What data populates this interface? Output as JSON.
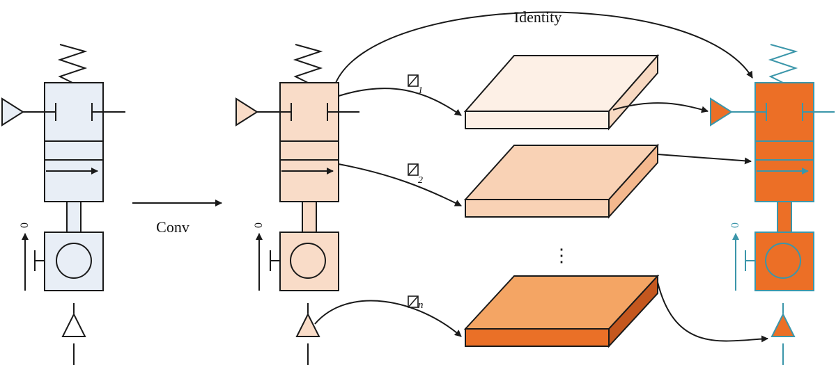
{
  "labels": {
    "identity": "Identity",
    "conv": "Conv",
    "branch_1_sub": "1",
    "branch_2_sub": "2",
    "branch_n_sub": "n",
    "ellipsis": "⋮",
    "arm_mark": "0"
  },
  "icons": {
    "branch_symbol": "crossed-box-icon"
  },
  "colors": {
    "valve_original": "#e8eef6",
    "valve_conv": "#f9dcc8",
    "valve_output": "#ec6f26",
    "output_stroke": "#3b96aa",
    "layer_1_top": "#fdf0e6",
    "layer_1_side": "#f8d9c2",
    "layer_2_top": "#f9d2b5",
    "layer_2_side": "#f4b88e",
    "layer_n_top": "#f4a564",
    "layer_n_side": "#c4571e",
    "layer_n_front": "#ea7027",
    "stroke": "#1a1a1a"
  }
}
